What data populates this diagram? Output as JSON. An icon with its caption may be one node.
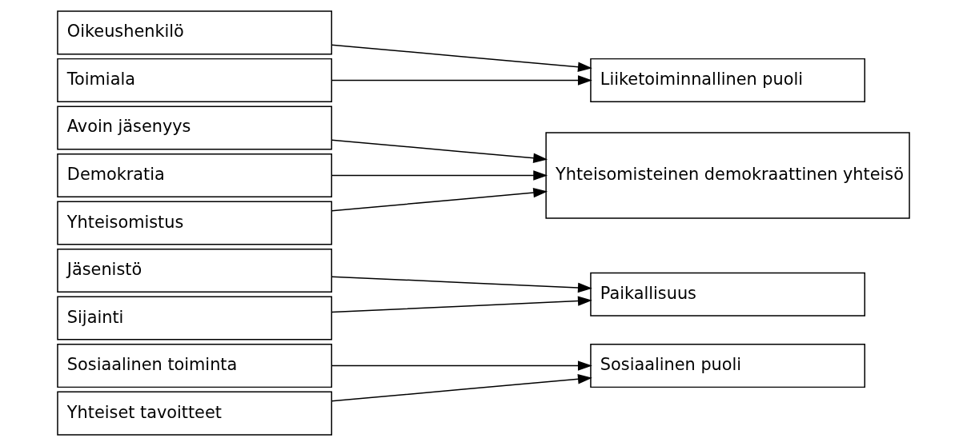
{
  "diagram": {
    "nodes": [
      {
        "text": [
          "Oikeushenkilö"
        ]
      },
      {
        "text": [
          "Toimiala"
        ]
      },
      {
        "text": [
          "Avoin jäsenyys"
        ]
      },
      {
        "text": [
          "Demokratia"
        ]
      },
      {
        "text": [
          "Yhteisomistus"
        ]
      },
      {
        "text": [
          "Jäsenistö"
        ]
      },
      {
        "text": [
          "Sijainti"
        ]
      },
      {
        "text": [
          "Sosiaalinen toiminta"
        ]
      },
      {
        "text": [
          "Yhteiset tavoitteet"
        ]
      },
      {
        "text": [
          "Liiketoiminnallinen puoli"
        ]
      },
      {
        "text": [
          "Yhteisomisteinen demokraattinen yhteisö"
        ]
      },
      {
        "text": [
          "Paikallisuus"
        ]
      },
      {
        "text": [
          "Sosiaalinen puoli"
        ]
      }
    ],
    "edges": [
      {
        "from": 0,
        "to": 9,
        "arrow": "to"
      },
      {
        "from": 1,
        "to": 9,
        "arrow": "to"
      },
      {
        "from": 2,
        "to": 10,
        "arrow": "to"
      },
      {
        "from": 3,
        "to": 10,
        "arrow": "to"
      },
      {
        "from": 4,
        "to": 10,
        "arrow": "to"
      },
      {
        "from": 5,
        "to": 11,
        "arrow": "to"
      },
      {
        "from": 6,
        "to": 11,
        "arrow": "to"
      },
      {
        "from": 7,
        "to": 12,
        "arrow": "to"
      },
      {
        "from": 8,
        "to": 12,
        "arrow": "to"
      }
    ]
  }
}
